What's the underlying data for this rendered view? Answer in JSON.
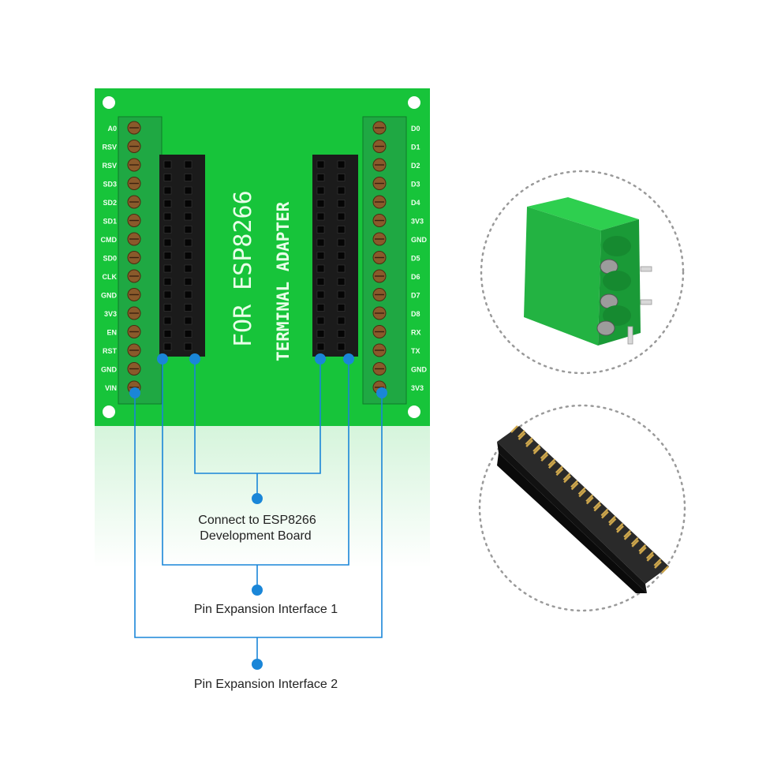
{
  "board": {
    "title_line1": "FOR ESP8266",
    "title_line2": "TERMINAL ADAPTER",
    "left_pins": [
      "A0",
      "RSV",
      "RSV",
      "SD3",
      "SD2",
      "SD1",
      "CMD",
      "SD0",
      "CLK",
      "GND",
      "3V3",
      "EN",
      "RST",
      "GND",
      "VIN"
    ],
    "right_pins": [
      "D0",
      "D1",
      "D2",
      "D3",
      "D4",
      "3V3",
      "GND",
      "D5",
      "D6",
      "D7",
      "D8",
      "RX",
      "TX",
      "GND",
      "3V3"
    ]
  },
  "callouts": {
    "connect_line1": "Connect to ESP8266",
    "connect_line2": "Development Board",
    "pin_interface_1": "Pin Expansion Interface 1",
    "pin_interface_2": "Pin Expansion Interface 2"
  },
  "colors": {
    "pcb": "#17c43a",
    "terminal": "#22b14c",
    "header": "#1b1b1b",
    "callout": "#1a86d8"
  },
  "insets": {
    "top": "terminal-block-3pin",
    "bottom": "female-pin-header"
  }
}
